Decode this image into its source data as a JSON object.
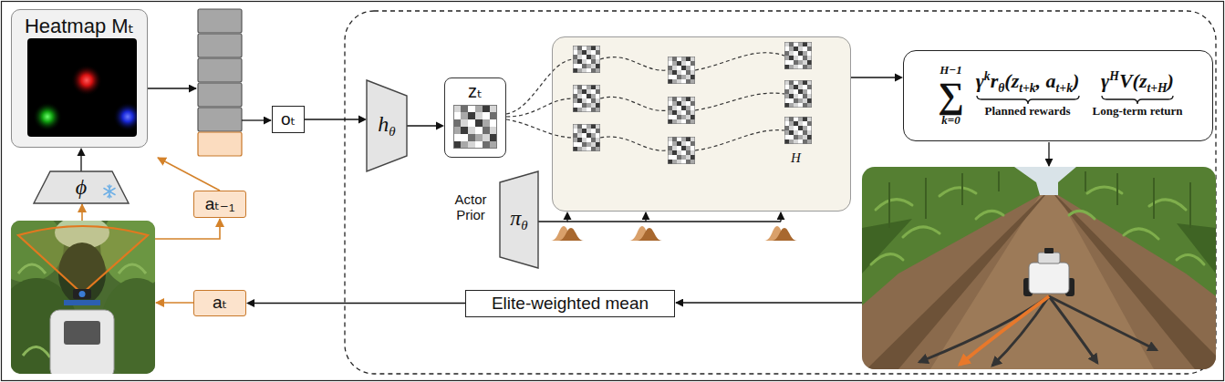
{
  "diagram": {
    "nodes": [
      {
        "text": [
          "Heatmap Mₜ"
        ]
      },
      {
        "text": [
          "ϕ"
        ]
      },
      {
        "text": [
          "aₜ₋₁"
        ]
      },
      {
        "text": [
          "aₜ"
        ]
      },
      {
        "text": [
          "oₜ"
        ]
      },
      {
        "text": [
          "h",
          "θ"
        ]
      },
      {
        "text": [
          "zₜ"
        ]
      },
      {
        "text": [
          "H"
        ]
      },
      {
        "text": [
          "Actor Prior",
          "π",
          "θ"
        ]
      },
      {
        "text": [
          "H−1",
          "∑",
          "k=0",
          "γ",
          "k",
          "r",
          "θ",
          "(z",
          "t+k",
          ", a",
          "t+k",
          ")",
          "Planned rewards",
          "γ",
          "H",
          "V(z",
          "t+H",
          ")",
          "Long-term return"
        ]
      },
      {
        "text": [
          "Elite-weighted mean"
        ]
      }
    ],
    "edges": [
      {
        "from": 1,
        "to": 0,
        "arrow": "to"
      },
      {
        "from": 4,
        "to": 5,
        "arrow": "to"
      },
      {
        "from": 5,
        "to": 6,
        "arrow": "to"
      },
      {
        "from": 8,
        "to": 7,
        "arrow": "to"
      },
      {
        "from": 7,
        "to": 9,
        "arrow": "to"
      },
      {
        "from": 10,
        "to": 3,
        "arrow": "to"
      }
    ]
  }
}
